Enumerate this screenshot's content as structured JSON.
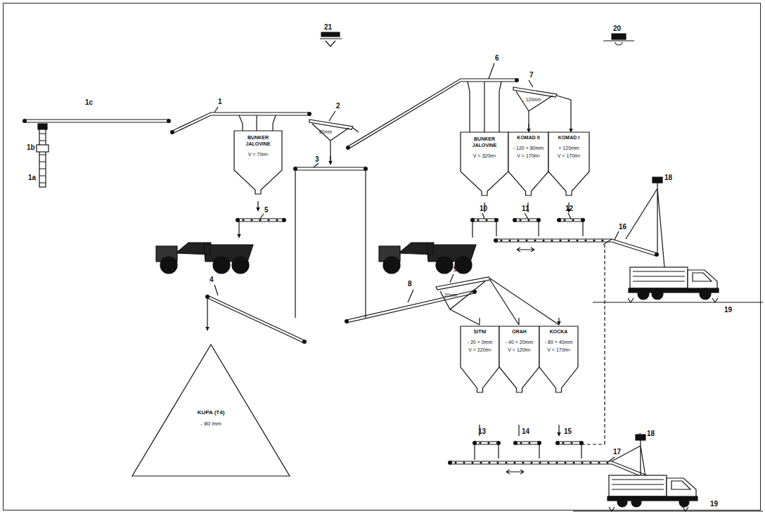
{
  "diagram": {
    "nodes": [
      {
        "text": [
          "BUNKER JALOVINE",
          "V = 70m³"
        ]
      },
      {
        "text": [
          "BUNKER JALOVINE",
          "V = 320m³"
        ]
      },
      {
        "text": [
          "KOMAD II",
          "- 120 + 80mm",
          "V = 170m³"
        ]
      },
      {
        "text": [
          "KOMAD I",
          "+ 120mm",
          "V = 170m³"
        ]
      },
      {
        "text": [
          "SITNI",
          "- 20 + 0mm",
          "V = 220m³"
        ]
      },
      {
        "text": [
          "ORAH",
          "- 40 + 20mm",
          "V = 120m³"
        ]
      },
      {
        "text": [
          "KOCKA",
          "- 80 + 40mm",
          "V = 170m³"
        ]
      },
      {
        "text": [
          "KUPA (T4)",
          "- 80 mm"
        ]
      }
    ],
    "labels": [
      "1c",
      "1b",
      "1a",
      "1",
      "2",
      "80mm",
      "3",
      "4",
      "5",
      "6",
      "7",
      "120mm",
      "8",
      "9",
      "- 20mm",
      "10",
      "11",
      "12",
      "13",
      "14",
      "15",
      "16",
      "17",
      "18",
      "18",
      "19",
      "19",
      "20",
      "21"
    ]
  }
}
